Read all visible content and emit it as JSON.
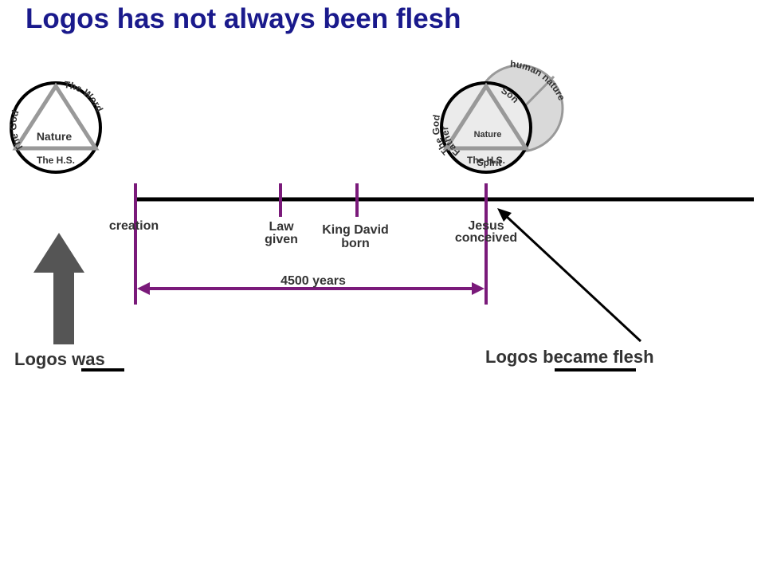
{
  "title": "Logos has not always been flesh",
  "left_trinity": {
    "top_left": "The God",
    "top_right": "The Word",
    "bottom": "The H.S.",
    "center": "Nature"
  },
  "right_trinity": {
    "top_left_a": "The God",
    "top_left_b": "Father",
    "top_right": "Son",
    "bottom_a": "The H.S.",
    "bottom_b": "Spirit",
    "center": "Nature",
    "human": "human nature"
  },
  "timeline": {
    "creation": "creation",
    "law_1": "Law",
    "law_2": "given",
    "david_1": "King David",
    "david_2": "born",
    "jesus_1": "Jesus",
    "jesus_2": "conceived",
    "span": "4500 years"
  },
  "captions": {
    "left_prefix": "Logos",
    "left_emph": "was",
    "right_prefix": "Logos",
    "right_emph": "became",
    "right_suffix": "flesh"
  },
  "colors": {
    "title": "#1a1a8c",
    "timeline_marks": "#7a1a7a",
    "arrow_up": "#555555",
    "human_circle": "#d9d9d9"
  }
}
